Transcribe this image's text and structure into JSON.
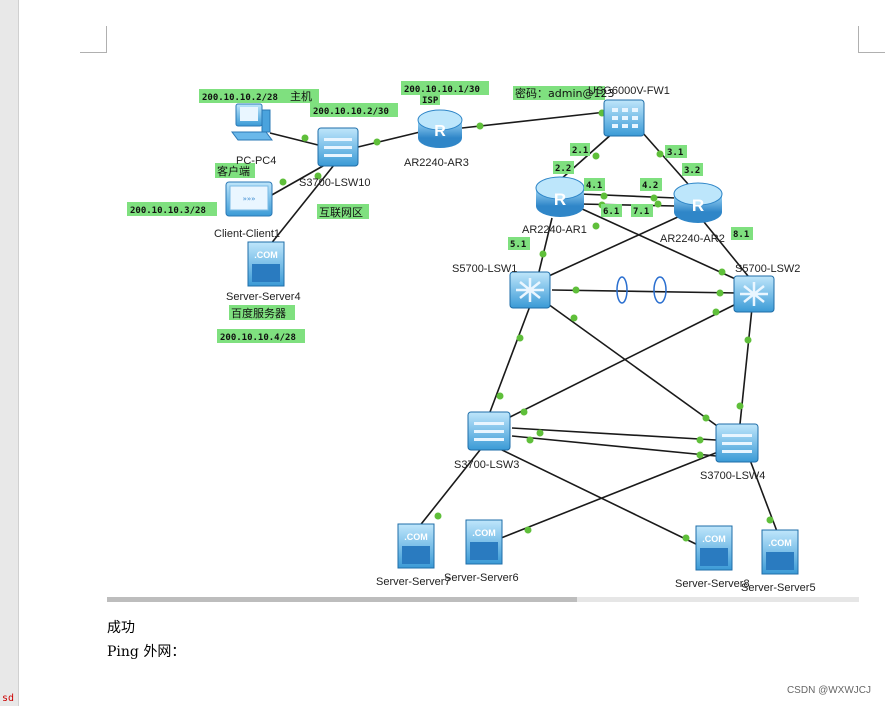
{
  "margin_mark": "sd",
  "devices": {
    "pc": {
      "name": "PC-PC4",
      "role": "主机",
      "ip": "200.10.10.2/28"
    },
    "client": {
      "name": "Client-Client1",
      "role": "客户端",
      "ip": "200.10.10.3/28"
    },
    "server4": {
      "name": "Server-Server4",
      "role": "百度服务器",
      "ip": "200.10.10.4/28"
    },
    "lsw10": {
      "name": "S3700-LSW10",
      "role": "互联网区",
      "ip": "200.10.10.2/30"
    },
    "ar3": {
      "name": "AR2240-AR3",
      "ip": "200.10.10.1/30",
      "role": "ISP"
    },
    "fw1": {
      "name": "USG6000V-FW1",
      "note": "密码：admin@123"
    },
    "ar1": {
      "name": "AR2240-AR1"
    },
    "ar2": {
      "name": "AR2240-AR2"
    },
    "lsw1": {
      "name": "S5700-LSW1"
    },
    "lsw2": {
      "name": "S5700-LSW2"
    },
    "lsw3": {
      "name": "S3700-LSW3"
    },
    "lsw4": {
      "name": "S3700-LSW4"
    },
    "server7": {
      "name": "Server-Server7"
    },
    "server6": {
      "name": "Server-Server6"
    },
    "server8": {
      "name": "Server-Server8"
    },
    "server5": {
      "name": "Server-Server5"
    }
  },
  "port_tags": [
    "2.1",
    "3.1",
    "2.2",
    "4.1",
    "4.2",
    "3.2",
    "6.1",
    "7.1",
    "5.1",
    "8.1"
  ],
  "server_badge": ".COM",
  "doc": {
    "line1": "成功",
    "line2": "Ping 外网："
  },
  "watermark": "CSDN @WXWJCJ"
}
